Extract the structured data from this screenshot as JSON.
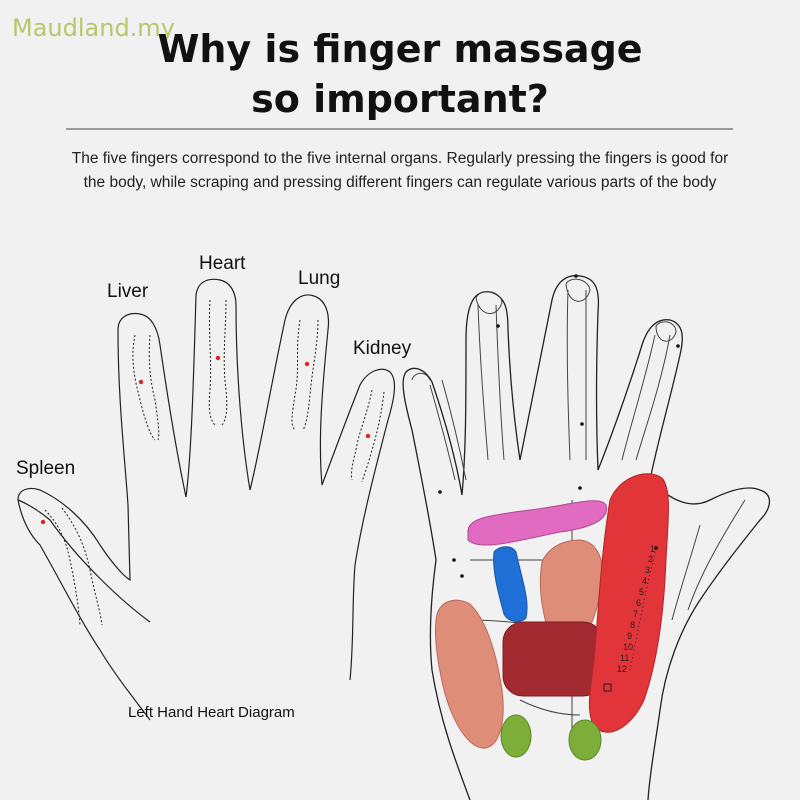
{
  "watermark": "Maudland.my",
  "title_line1": "Why is finger massage",
  "title_line2": "so important?",
  "description_line1": "The five fingers correspond to the five internal organs. Regularly pressing the fingers is good for",
  "description_line2": "the body, while scraping and pressing different fingers can regulate various parts of the body",
  "left_diagram": {
    "labels": {
      "liver": "Liver",
      "heart": "Heart",
      "lung": "Lung",
      "kidney": "Kidney",
      "spleen": "Spleen"
    },
    "caption": "Left Hand Heart Diagram"
  },
  "right_diagram": {
    "scale_numbers": [
      "1",
      "2",
      "3",
      "4",
      "5",
      "6",
      "7",
      "8",
      "9",
      "10",
      "11",
      "12"
    ],
    "colors": {
      "pink": "#e06bc0",
      "blue": "#1f6fd6",
      "salmon": "#de8e78",
      "dark_red": "#a32a30",
      "red": "#e2353a",
      "green": "#7eae3a"
    }
  }
}
